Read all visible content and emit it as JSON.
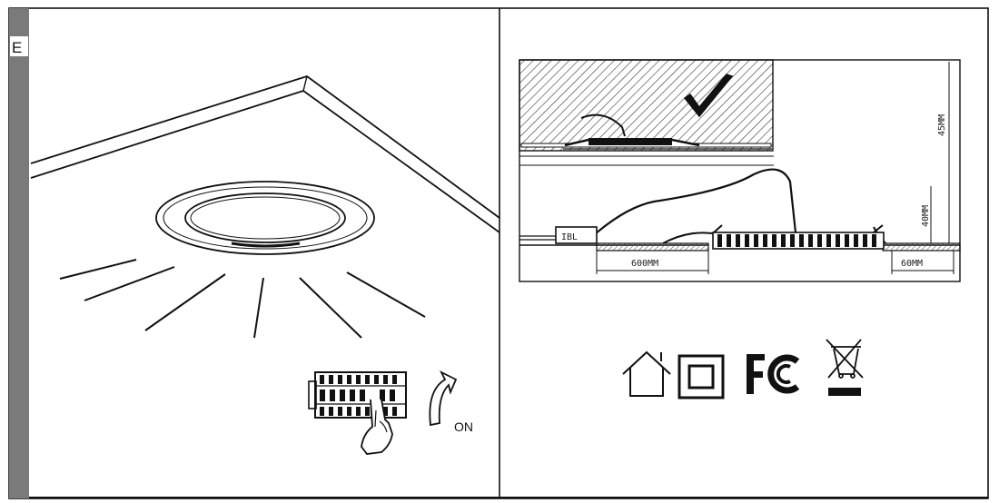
{
  "left_panel": {
    "section_letter": "E",
    "switch_label": "ON"
  },
  "right_panel": {
    "labels": {
      "driver_box": "IBL",
      "cable_length": "600MM",
      "edge_clearance": "60MM",
      "total_height": "45MM",
      "depth_height": "40MM"
    },
    "certification_icons": [
      "indoor-use-icon",
      "double-insulation-icon",
      "fc-mark-icon",
      "weee-bin-icon"
    ],
    "fc_mark_text": "FC"
  },
  "colors": {
    "line": "#111111",
    "side_bar": "#7a7a7a",
    "hatch": "#333333"
  }
}
